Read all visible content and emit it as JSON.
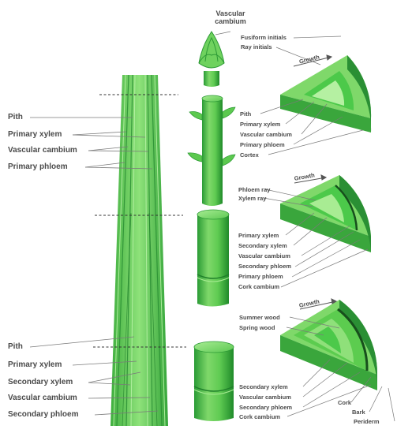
{
  "left_labels": {
    "pith_top": "Pith",
    "primary_xylem_top": "Primary xylem",
    "vascular_cambium_top": "Vascular cambium",
    "primary_phloem": "Primary phloem",
    "pith_bottom": "Pith",
    "primary_xylem_bottom": "Primary xylem",
    "secondary_xylem": "Secondary xylem",
    "vascular_cambium_bottom": "Vascular cambium",
    "secondary_phloem": "Secondary phloem"
  },
  "top_label": {
    "line1": "Vascular",
    "line2": "cambium"
  },
  "section1": {
    "fusiform_initials": "Fusiform initials",
    "ray_initials": "Ray initials",
    "growth": "Growth",
    "pith": "Pith",
    "primary_xylem": "Primary xylem",
    "vascular_cambium": "Vascular cambium",
    "primary_phloem": "Primary phloem",
    "cortex": "Cortex"
  },
  "section2": {
    "growth": "Growth",
    "phloem_ray": "Phloem ray",
    "xylem_ray": "Xylem ray",
    "primary_xylem": "Primary xylem",
    "secondary_xylem": "Secondary xylem",
    "vascular_cambium": "Vascular cambium",
    "secondary_phloem": "Secondary phloem",
    "primary_phloem": "Primary phloem",
    "cork_cambium": "Cork cambium"
  },
  "section3": {
    "growth": "Growth",
    "summer_wood": "Summer wood",
    "spring_wood": "Spring wood",
    "secondary_xylem": "Secondary xylem",
    "vascular_cambium": "Vascular cambium",
    "secondary_phloem": "Secondary phloem",
    "cork_cambium": "Cork cambium",
    "cork": "Cork",
    "bark": "Bark",
    "periderm": "Periderm"
  },
  "colors": {
    "light_green": "#8fe07a",
    "mid_green": "#4cc94a",
    "dark_green": "#1f8f2c",
    "line_gray": "#7a7a7a",
    "text_gray": "#4a4a4a"
  }
}
